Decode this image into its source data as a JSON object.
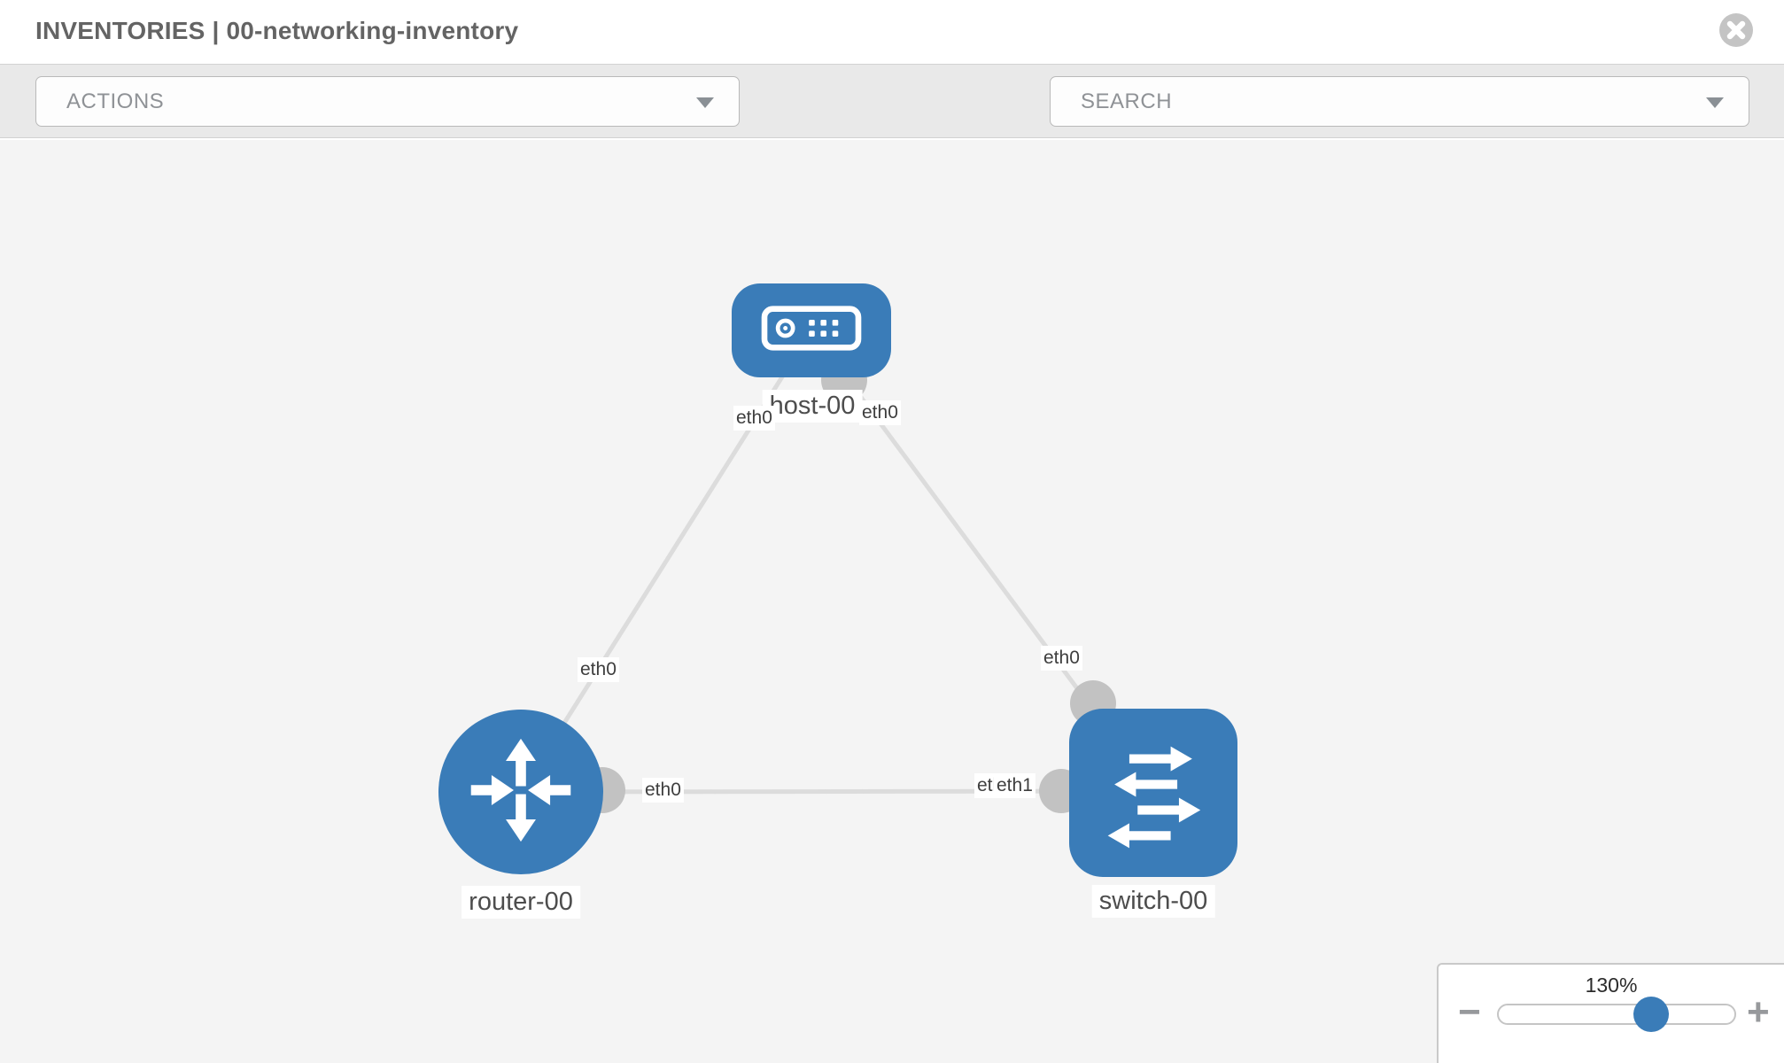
{
  "header": {
    "title": "INVENTORIES | 00-networking-inventory"
  },
  "toolbar": {
    "actions_placeholder": "ACTIONS",
    "search_placeholder": "SEARCH",
    "icons": [
      "wrench-icon",
      "key-icon"
    ]
  },
  "diagram": {
    "nodes": [
      {
        "id": "host-00",
        "label": "host-00",
        "type": "host",
        "icon": "server-icon"
      },
      {
        "id": "router-00",
        "label": "router-00",
        "type": "router",
        "icon": "router-arrows-icon"
      },
      {
        "id": "switch-00",
        "label": "switch-00",
        "type": "switch",
        "icon": "switch-arrows-icon"
      }
    ],
    "links": [
      {
        "source": "host-00",
        "source_interface": "eth0",
        "target": "router-00",
        "target_interface": "eth0"
      },
      {
        "source": "host-00",
        "source_interface": "eth0",
        "target": "switch-00",
        "target_interface": "eth0"
      },
      {
        "source": "router-00",
        "source_interface": "eth0",
        "target": "switch-00",
        "target_interface": "eth1"
      }
    ],
    "interface_labels": [
      {
        "text": "eth0",
        "location": "host end of host-router link"
      },
      {
        "text": "eth0",
        "location": "host end of host-switch link"
      },
      {
        "text": "eth0",
        "location": "router end of host-router link"
      },
      {
        "text": "eth0",
        "location": "switch end of host-switch link"
      },
      {
        "text": "eth0",
        "location": "router end of router-switch link"
      },
      {
        "text": "eth0",
        "location": "switch end of router-switch link (partially covered)"
      },
      {
        "text": "eth1",
        "location": "switch end of router-switch link (overlapping on top)"
      }
    ]
  },
  "zoom_control": {
    "level": "130%",
    "minus_label": "−",
    "plus_label": "+"
  },
  "colors": {
    "node_blue": "#3a7cb8",
    "canvas_bg": "#f4f4f4",
    "toolbar_bg": "#e9e9e9",
    "link_gray": "#dcdcdc",
    "interface_dot_gray": "#c2c2c2",
    "label_text": "#4d4d4d"
  }
}
